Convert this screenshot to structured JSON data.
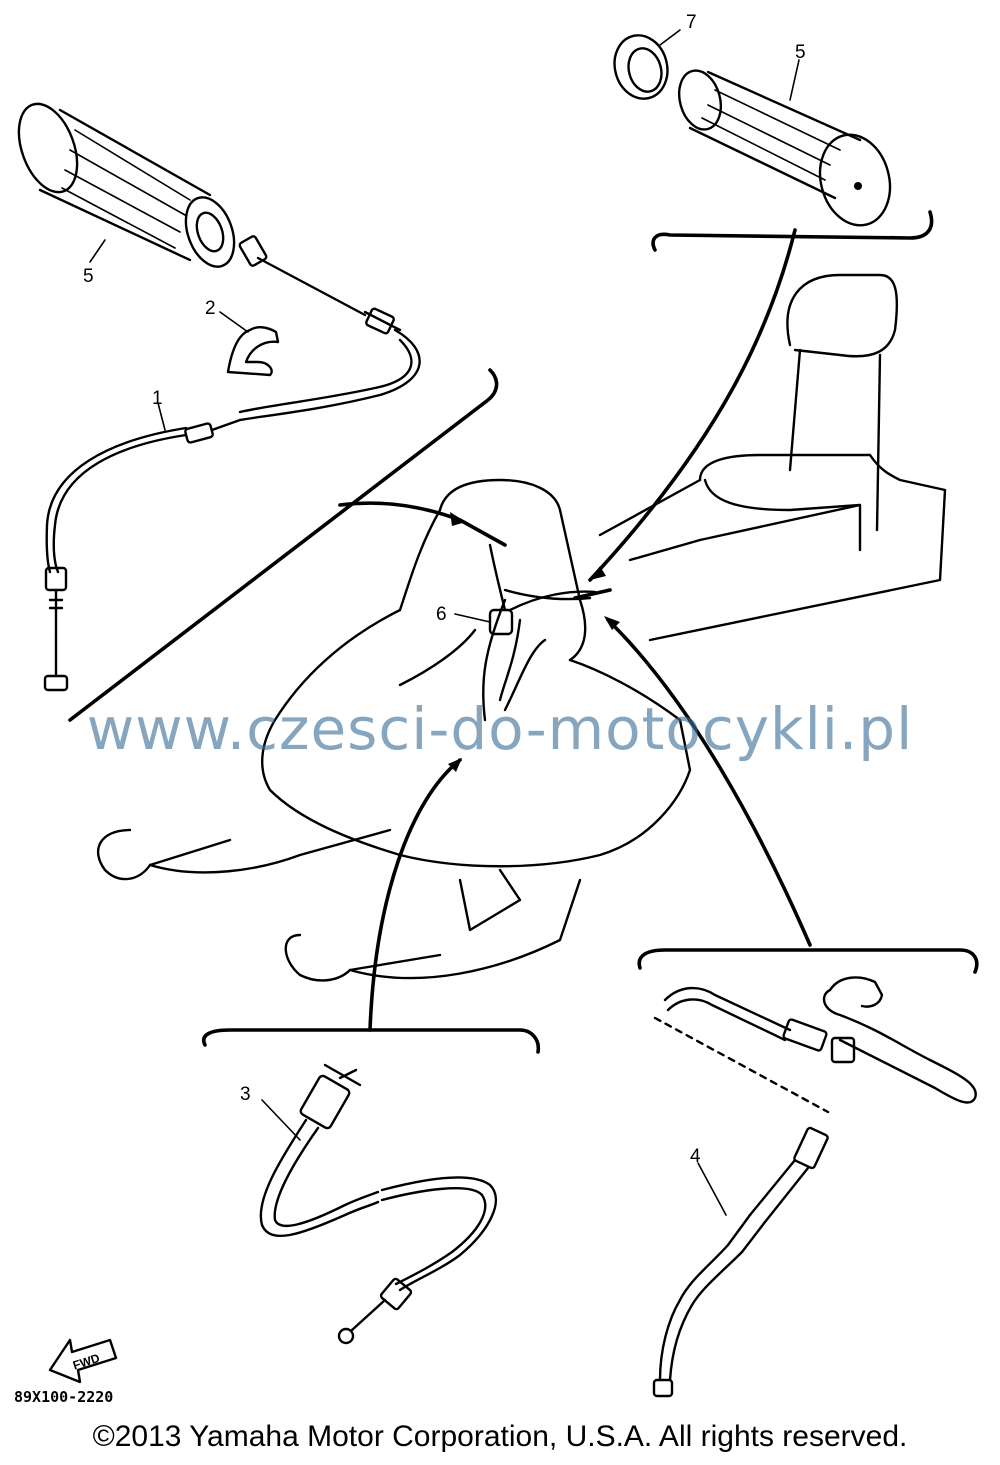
{
  "callouts": {
    "part1": "1",
    "part2": "2",
    "part3": "3",
    "part4": "4",
    "part5_left": "5",
    "part5_right": "5",
    "part6": "6",
    "part7": "7"
  },
  "fwd_label": "FWD",
  "diagram_code": "89X100-2220",
  "watermark": "www.czesci-do-motocykli.pl",
  "copyright": "©2013 Yamaha Motor Corporation, U.S.A. All rights reserved."
}
